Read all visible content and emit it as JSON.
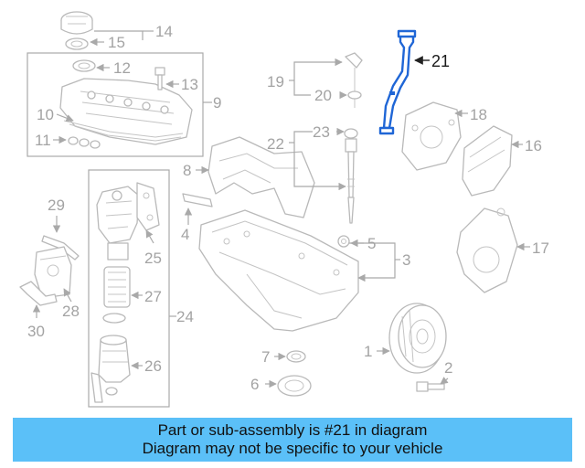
{
  "diagram": {
    "highlight_color": "#1f66d6",
    "highlighted_callout": "21",
    "callouts": {
      "c1": "1",
      "c2": "2",
      "c3": "3",
      "c4": "4",
      "c5": "5",
      "c6": "6",
      "c7": "7",
      "c8": "8",
      "c9": "9",
      "c10": "10",
      "c11": "11",
      "c12": "12",
      "c13": "13",
      "c14": "14",
      "c15": "15",
      "c16": "16",
      "c17": "17",
      "c18": "18",
      "c19": "19",
      "c20": "20",
      "c21": "21",
      "c22": "22",
      "c23": "23",
      "c24": "24",
      "c25": "25",
      "c26": "26",
      "c27": "27",
      "c28": "28",
      "c29": "29",
      "c30": "30"
    }
  },
  "banner": {
    "background": "#5bc0f8",
    "line1": "Part or sub-assembly is #21 in diagram",
    "line2": "Diagram may not be specific to your vehicle"
  }
}
